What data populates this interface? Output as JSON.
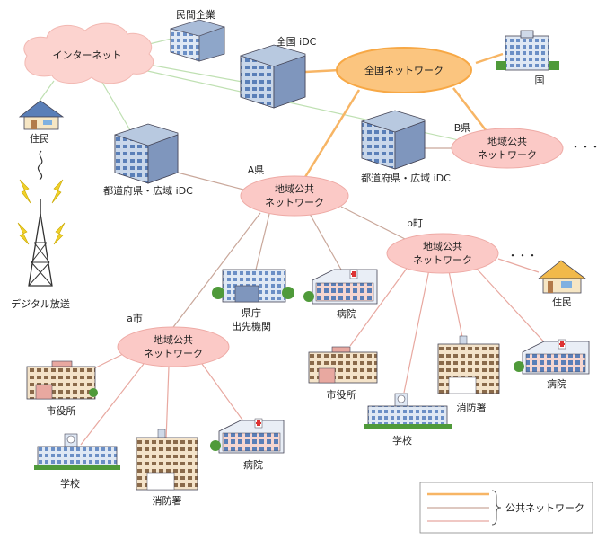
{
  "cloud": {
    "label": "インターネット"
  },
  "national": {
    "network": "全国ネットワーク",
    "idc": "全国 iDC",
    "government": "国",
    "enterprise": "民間企業"
  },
  "prefecture_a": {
    "name": "A県",
    "network_line1": "地域公共",
    "network_line2": "ネットワーク",
    "idc": "都道府県・広域 iDC",
    "office_line1": "県庁",
    "office_line2": "出先機関",
    "hospital": "病院"
  },
  "prefecture_b": {
    "name": "B県",
    "network_line1": "地域公共",
    "network_line2": "ネットワーク",
    "idc": "都道府県・広域 iDC",
    "ellipsis": "・・・"
  },
  "city_a": {
    "name": "a市",
    "network_line1": "地域公共",
    "network_line2": "ネットワーク",
    "city_hall": "市役所",
    "school": "学校",
    "fire_station": "消防署",
    "hospital": "病院"
  },
  "town_b": {
    "name": "b町",
    "network_line1": "地域公共",
    "network_line2": "ネットワーク",
    "ellipsis": "・・・",
    "resident": "住民",
    "city_hall": "市役所",
    "school": "学校",
    "fire_station": "消防署",
    "hospital": "病院"
  },
  "left": {
    "resident": "住民",
    "broadcast": "デジタル放送"
  },
  "legend": {
    "label": "公共ネットワーク"
  },
  "colors": {
    "backbone": "#f7b565",
    "regional": "#e8a8a0",
    "internet": "#bfe0b2",
    "link": "#c9a79a",
    "national_fill": "#fbc57f",
    "regional_fill": "#fbc9c6",
    "cloud_fill": "#fcd3cf"
  }
}
